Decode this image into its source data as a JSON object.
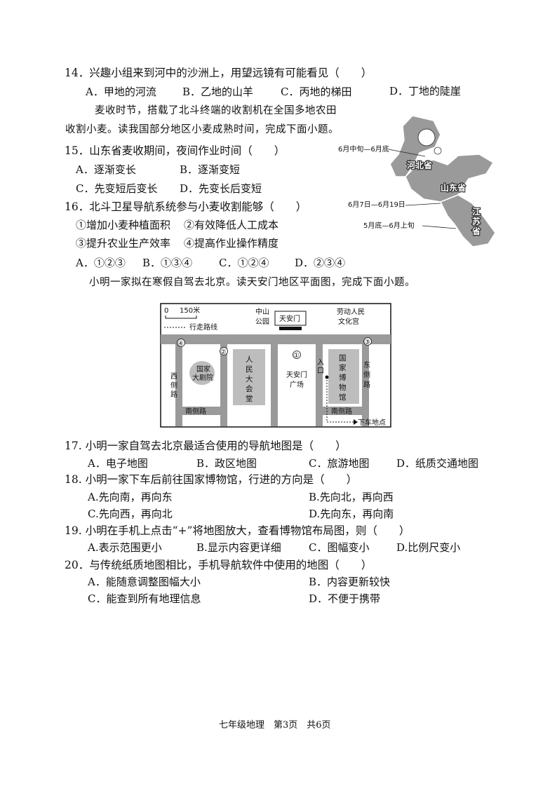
{
  "q14": {
    "stem": "14．兴趣小组来到河中的沙洲上，用望远镜有可能看见（　　）",
    "options": [
      "A．甲地的河流",
      "B．乙地的山羊",
      "C．丙地的梯田",
      "D．丁地的陡崖"
    ]
  },
  "intro1": {
    "line1": "麦收时节，搭载了北斗终端的收割机在全国多地农田",
    "line2": "收割小麦。读我国部分地区小麦成熟时间，完成下面小题。"
  },
  "q15": {
    "stem": "15．山东省麦收期间，夜间作业时间（　　）",
    "options": [
      "A．逐渐变长",
      "B．逐渐变短",
      "C．先变短后变长",
      "D．先变长后变短"
    ]
  },
  "q16": {
    "stem": "16．北斗卫星导航系统参与小麦收割能够（　　）",
    "statements": [
      "①增加小麦种植面积",
      "②有效降低人工成本",
      "③提升农业生产效率",
      "④提高作业操作精度"
    ],
    "options": [
      "A．①②③",
      "B．①③④",
      "C．①②④",
      "D．②③④"
    ]
  },
  "province_map": {
    "labels": {
      "hebei": "河北省",
      "shandong": "山东省",
      "jiangsu_1": "江",
      "jiangsu_2": "苏",
      "jiangsu_3": "省"
    },
    "times": {
      "hebei": "6月中旬—6月底",
      "shandong": "6月7日—6月19日",
      "jiangsu": "5月底—6月上旬"
    },
    "colors": {
      "land": "#9a9a9a",
      "border": "#ffffff"
    }
  },
  "intro2": "小明一家拟在寒假自驾去北京。读天安门地区平面图，完成下面小题。",
  "plaza_map": {
    "scale": {
      "zero": "0",
      "distance": "150米"
    },
    "legend": "行走路线",
    "top_labels": {
      "zhongshan_1": "中山",
      "zhongshan_2": "公园",
      "tiananmen": "天安门",
      "laodong_1": "劳动人民",
      "laodong_2": "文化宫"
    },
    "markers": [
      "①",
      "②",
      "③",
      "④"
    ],
    "buildings": {
      "theater": [
        "国家",
        "大剧院"
      ],
      "hall": [
        "人",
        "民",
        "大",
        "会",
        "堂"
      ],
      "square": [
        "天安门",
        "广场"
      ],
      "museum": [
        "国",
        "家",
        "博",
        "物",
        "馆"
      ]
    },
    "roads": {
      "west_side": [
        "西",
        "侧",
        "路"
      ],
      "east_side": [
        "东",
        "侧",
        "路"
      ],
      "south_side_w": "南侧路",
      "south_side_e": "南侧路"
    },
    "entrance": [
      "入",
      "口"
    ],
    "drop_off": "下车地点",
    "colors": {
      "road": "#9a9a9a",
      "block": "#bdbdbd"
    }
  },
  "q17": {
    "stem": "17. 小明一家自驾去北京最适合使用的导航地图是（　　）",
    "options": [
      "A．电子地图",
      "B．政区地图",
      "C．旅游地图",
      "D．纸质交通地图"
    ]
  },
  "q18": {
    "stem": "18. 小明一家下车后前往国家博物馆，行进的方向是（　　）",
    "options": [
      "A.先向南，再向东",
      "B.先向北，再向西",
      "C.先向西，再向北",
      "D.先向东，再向南"
    ]
  },
  "q19": {
    "stem": "19. 小明在手机上点击“+”将地图放大，查看博物馆布局图，则（　　）",
    "options": [
      "A.表示范围更小",
      "B.显示内容更详细",
      "C．图幅变小",
      "D.比例尺变小"
    ]
  },
  "q20": {
    "stem": "20．与传统纸质地图相比，手机导航软件中使用的地图（　　）",
    "options": [
      "A．能随意调整图幅大小",
      "B．内容更新较快",
      "C．能查到所有地理信息",
      "D．不便于携带"
    ]
  },
  "footer": "七年级地理　第3页　共6页"
}
